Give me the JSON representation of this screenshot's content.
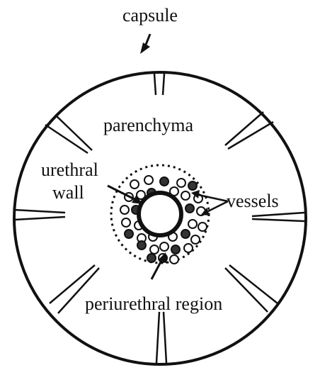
{
  "labels": {
    "capsule": "capsule",
    "parenchyma": "parenchyma",
    "urethral_line1": "urethral",
    "urethral_line2": "wall",
    "vessels": "vessels",
    "periurethral": "periurethral region"
  },
  "colors": {
    "ink": "#111111",
    "vessel_filled": "#333333",
    "vessel_open": "#ffffff",
    "background": "#ffffff"
  }
}
